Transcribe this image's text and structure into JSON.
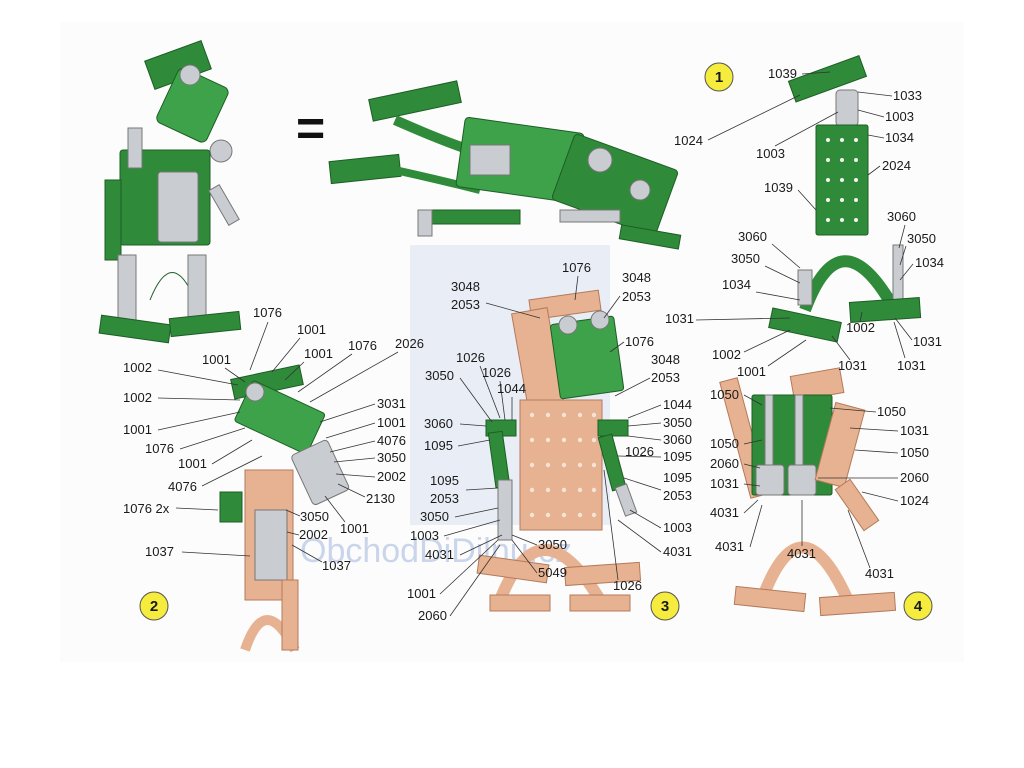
{
  "equals_sign": "=",
  "watermark": "ObchodDiDilnu.cz",
  "steps": [
    "1",
    "2",
    "3",
    "4"
  ],
  "labels": {
    "s1": [
      "1039",
      "1033",
      "1003",
      "1024",
      "1034",
      "1003",
      "2024",
      "1039",
      "3060",
      "3060",
      "3050",
      "3050",
      "1034",
      "1034",
      "1031",
      "1002",
      "1031",
      "1002",
      "1001",
      "1031",
      "1031"
    ],
    "s2": [
      "1076",
      "1001",
      "1001",
      "1002",
      "1001",
      "1076",
      "2026",
      "1002",
      "1001",
      "1076",
      "3031",
      "1001",
      "4076",
      "1001",
      "3050",
      "4076",
      "2002",
      "2130",
      "1076 2x",
      "1001",
      "3050",
      "2002",
      "1037",
      "1037"
    ],
    "s3": [
      "1076",
      "3048",
      "2053",
      "3048",
      "2053",
      "1026",
      "1026",
      "1076",
      "3050",
      "1044",
      "3048",
      "2053",
      "3060",
      "1044",
      "1095",
      "3050",
      "3060",
      "1095",
      "1026",
      "1095",
      "2053",
      "1095",
      "2053",
      "3050",
      "1003",
      "1003",
      "4031",
      "3050",
      "4031",
      "5049",
      "1001",
      "1026",
      "2060"
    ],
    "s4": [
      "1050",
      "1050",
      "1031",
      "1050",
      "1050",
      "2060",
      "2060",
      "1031",
      "1024",
      "4031",
      "4031",
      "4031",
      "4031"
    ]
  }
}
